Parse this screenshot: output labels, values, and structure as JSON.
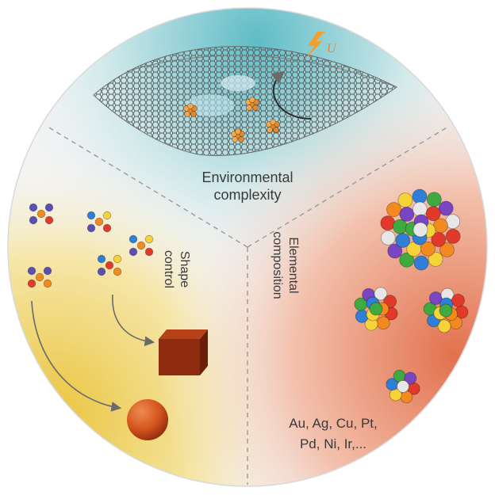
{
  "sections": {
    "environmental": {
      "line1": "Environmental",
      "line2": "complexity"
    },
    "shape": {
      "line1": "Shape",
      "line2": "control"
    },
    "elemental": {
      "line1": "Elemental",
      "line2": "composition"
    }
  },
  "element_list": {
    "line1": "Au, Ag, Cu, Pt,",
    "line2": "Pd, Ni, Ir,..."
  },
  "energy_symbol": "U",
  "colors": {
    "top_accent": "#5fbcc6",
    "left_accent": "#e9c43b",
    "right_accent": "#e2714d",
    "divider": "#9a9a9a",
    "cube": "#8f2c10",
    "sphere": "#d4531c",
    "atom_palette": [
      "#e23a2a",
      "#f28a1f",
      "#f7d33a",
      "#2f7fd8",
      "#3faa3f",
      "#7a45c2",
      "#e7e7e7"
    ]
  },
  "icons": [
    "lightning-icon",
    "curved-arrow-icon",
    "graphene-sheet-icon",
    "cube-icon",
    "sphere-icon"
  ]
}
